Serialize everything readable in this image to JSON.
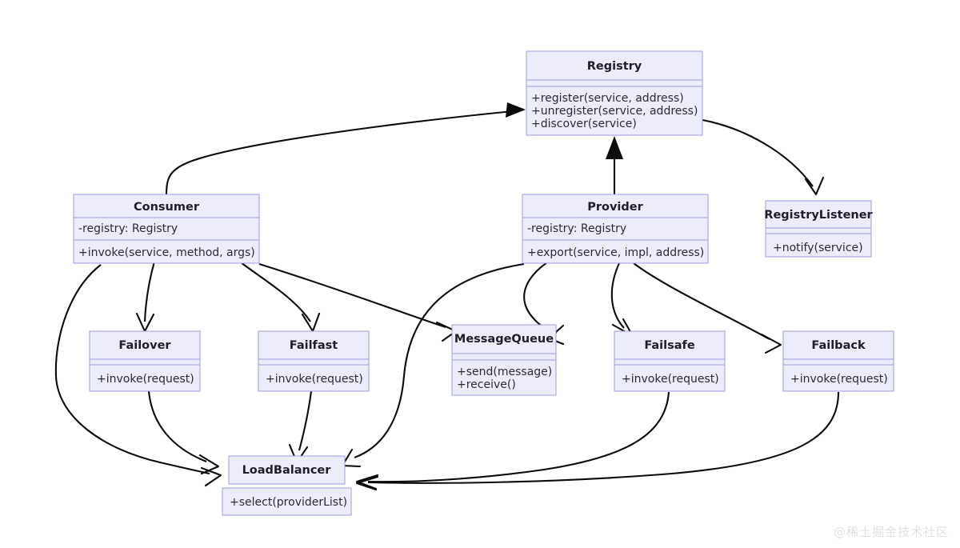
{
  "diagram": {
    "type": "uml-class-diagram",
    "title": "",
    "background_color": "#ffffff",
    "box_fill": "#ECECFB",
    "box_stroke": "#9D9DE0",
    "edge_color": "#0b0b0b",
    "classes": [
      {
        "id": "registry",
        "name": "Registry",
        "attributes": [],
        "methods": [
          "+register(service, address)",
          "+unregister(service, address)",
          "+discover(service)"
        ]
      },
      {
        "id": "consumer",
        "name": "Consumer",
        "attributes": [
          "-registry: Registry"
        ],
        "methods": [
          "+invoke(service, method, args)"
        ]
      },
      {
        "id": "provider",
        "name": "Provider",
        "attributes": [
          "-registry: Registry"
        ],
        "methods": [
          "+export(service, impl, address)"
        ]
      },
      {
        "id": "registrylistener",
        "name": "RegistryListener",
        "attributes": [],
        "methods": [
          "+notify(service)"
        ]
      },
      {
        "id": "failover",
        "name": "Failover",
        "attributes": [],
        "methods": [
          "+invoke(request)"
        ]
      },
      {
        "id": "failfast",
        "name": "Failfast",
        "attributes": [],
        "methods": [
          "+invoke(request)"
        ]
      },
      {
        "id": "messagequeue",
        "name": "MessageQueue",
        "attributes": [],
        "methods": [
          "+send(message)",
          "+receive()"
        ]
      },
      {
        "id": "failsafe",
        "name": "Failsafe",
        "attributes": [],
        "methods": [
          "+invoke(request)"
        ]
      },
      {
        "id": "failback",
        "name": "Failback",
        "attributes": [],
        "methods": [
          "+invoke(request)"
        ]
      },
      {
        "id": "loadbalancer",
        "name": "LoadBalancer",
        "attributes": [],
        "methods": [
          "+select(providerList)"
        ]
      }
    ],
    "relations": [
      {
        "from": "consumer",
        "to": "registry",
        "arrow": "filled-triangle"
      },
      {
        "from": "provider",
        "to": "registry",
        "arrow": "filled-triangle"
      },
      {
        "from": "registry",
        "to": "registrylistener",
        "arrow": "open-v"
      },
      {
        "from": "consumer",
        "to": "failover",
        "arrow": "open-v"
      },
      {
        "from": "consumer",
        "to": "failfast",
        "arrow": "open-v"
      },
      {
        "from": "consumer",
        "to": "messagequeue",
        "arrow": "open-v"
      },
      {
        "from": "consumer",
        "to": "loadbalancer",
        "arrow": "open-v"
      },
      {
        "from": "provider",
        "to": "messagequeue",
        "arrow": "open-v"
      },
      {
        "from": "provider",
        "to": "failsafe",
        "arrow": "open-v"
      },
      {
        "from": "provider",
        "to": "failback",
        "arrow": "open-v"
      },
      {
        "from": "provider",
        "to": "loadbalancer",
        "arrow": "open-v"
      },
      {
        "from": "failover",
        "to": "loadbalancer",
        "arrow": "open-v"
      },
      {
        "from": "failfast",
        "to": "loadbalancer",
        "arrow": "open-v"
      },
      {
        "from": "failsafe",
        "to": "loadbalancer",
        "arrow": "open-v"
      },
      {
        "from": "failback",
        "to": "loadbalancer",
        "arrow": "open-v"
      }
    ]
  },
  "watermark": {
    "text": "@稀土掘金技术社区"
  }
}
